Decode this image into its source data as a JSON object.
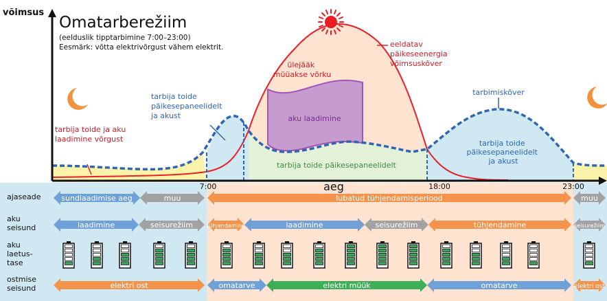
{
  "title": "Omatarberežiim",
  "subtitle": "(eelduslik tipptarbimine 7:00–23:00)",
  "goal": "Eesmärk: võtta elektrivõrgust vähem elektrit.",
  "y_axis_label": "võimsus",
  "x_axis_label": "aeg",
  "time_ticks": [
    "7:00",
    "18:00",
    "23:00"
  ],
  "annotations": {
    "surplus": [
      "ülejääk",
      "müüakse võrku"
    ],
    "solar_curve": [
      "eeldatav",
      "päikeseenergia",
      "võimsuskõver"
    ],
    "consumption_curve": "tarbimiskõver",
    "battery_charging": "aku laadimine",
    "solar_consumption": "tarbija toide päikesepaneelidelt",
    "morning_supply": [
      "tarbija toide",
      "päikesepaneelidelt",
      "ja akust"
    ],
    "evening_supply": [
      "tarbija toide",
      "päikesepaneelidelt",
      "ja akust"
    ],
    "grid_supply": [
      "tarbija toide ja aku",
      "laadimine võrgust"
    ]
  },
  "rows": {
    "time_settings": {
      "label": [
        "ajaseade"
      ],
      "segments": [
        "sundlaadimise aeg",
        "muu",
        "lubatud tühjendamisperiood",
        "muu"
      ]
    },
    "battery_state": {
      "label": [
        "aku",
        "seisund"
      ],
      "segments": [
        "laadimine",
        "seisurežiim",
        "tühjendamine",
        "laadimine",
        "seisurežiim",
        "tühjendamine",
        "seisurežiim"
      ]
    },
    "battery_level": {
      "label": [
        "aku",
        "laetus-",
        "tase"
      ],
      "levels": [
        0.2,
        0.4,
        0.6,
        0.8,
        0.8,
        0.8,
        0.6,
        0.6,
        0.8,
        1.0,
        1.0,
        1.0,
        0.8,
        0.6,
        0.4,
        0.2,
        0.2
      ]
    },
    "purchase_state": {
      "label": [
        "ostmise",
        "seisund"
      ],
      "segments": [
        "elektri ost",
        "omatarve",
        "elektri müük",
        "omatarve",
        "elektri ost"
      ]
    }
  },
  "colors": {
    "solar": "#e8202a",
    "consumption": "#2f66b3",
    "night_bg": "#cfe8f2",
    "day_bg": "#fde3d0",
    "grid_fill": "#fbf3a9",
    "charging_fill": "#c69ccf",
    "solar_use_fill": "#e2f1d7",
    "arrow_blue": "#6fa0d8",
    "arrow_grey": "#a2a2a2",
    "arrow_orange": "#f4934b",
    "arrow_green": "#3fae59",
    "battery_green": "#3aa45a",
    "sun": "#ec1c24",
    "moon": "#f1923f"
  },
  "icons": [
    "sun-icon",
    "moon-icon",
    "battery-icon"
  ]
}
